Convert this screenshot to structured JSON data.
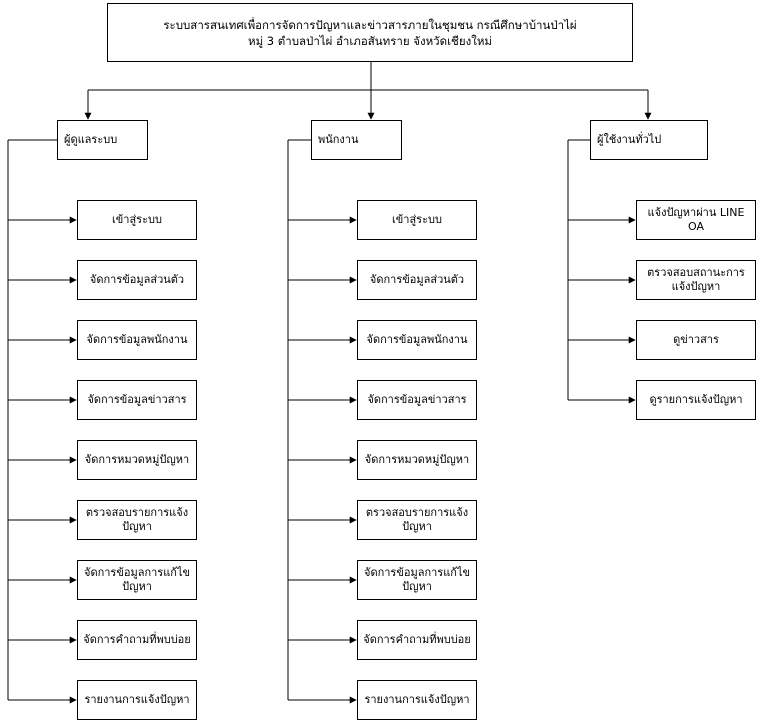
{
  "title": "ระบบสารสนเทศเพื่อการจัดการปัญหาและข่าวสารภายในชุมชน กรณีศึกษาบ้านป่าไผ่\nหมู่ 3 ตำบลป่าไผ่ อำเภอสันทราย จังหวัดเชียงใหม่",
  "roles": [
    {
      "label": "ผู้ดูแลระบบ",
      "items": [
        "เข้าสู่ระบบ",
        "จัดการข้อมูลส่วนตัว",
        "จัดการข้อมูลพนักงาน",
        "จัดการข้อมูลข่าวสาร",
        "จัดการหมวดหมู่ปัญหา",
        "ตรวจสอบรายการแจ้งปัญหา",
        "จัดการข้อมูลการแก้ไขปัญหา",
        "จัดการคำถามที่พบบ่อย",
        "รายงานการแจ้งปัญหา"
      ]
    },
    {
      "label": "พนักงาน",
      "items": [
        "เข้าสู่ระบบ",
        "จัดการข้อมูลส่วนตัว",
        "จัดการข้อมูลพนักงาน",
        "จัดการข้อมูลข่าวสาร",
        "จัดการหมวดหมู่ปัญหา",
        "ตรวจสอบรายการแจ้งปัญหา",
        "จัดการข้อมูลการแก้ไขปัญหา",
        "จัดการคำถามที่พบบ่อย",
        "รายงานการแจ้งปัญหา"
      ]
    },
    {
      "label": "ผู้ใช้งานทั่วไป",
      "items": [
        "แจ้งปัญหาผ่าน LINE OA",
        "ตรวจสอบสถานะการแจ้งปัญหา",
        "ดูข่าวสาร",
        "ดูรายการแจ้งปัญหา"
      ]
    }
  ]
}
